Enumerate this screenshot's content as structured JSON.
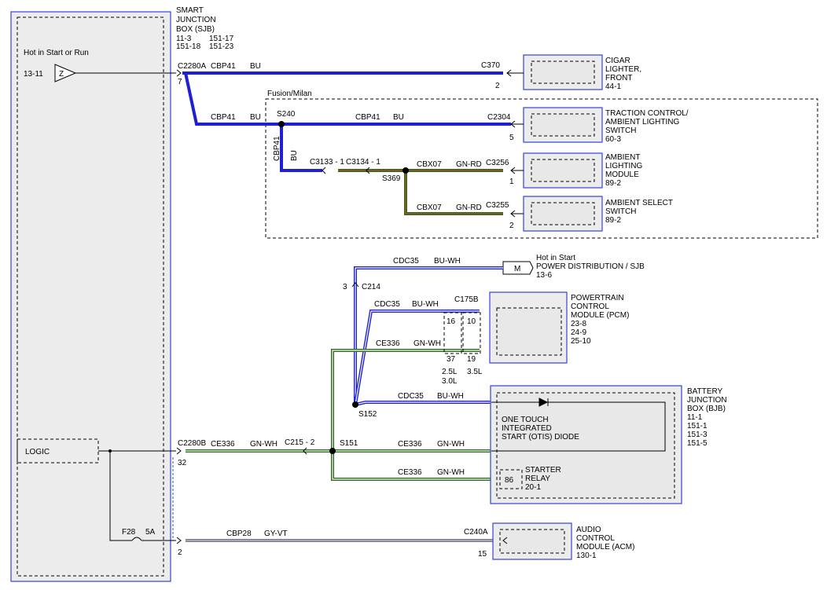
{
  "sjb": {
    "title_lines": [
      "SMART",
      "JUNCTION",
      "BOX (SJB)"
    ],
    "ref_lines": [
      "11-3",
      "151-18",
      "151-17",
      "151-23"
    ]
  },
  "hot_start_run": "Hot in Start or Run",
  "ref_13_11": "13-11",
  "z_label": "Z",
  "logic": "LOGIC",
  "c2280a": "C2280A",
  "pin7": "7",
  "c2280b": "C2280B",
  "pin32": "32",
  "pin2": "2",
  "wires": {
    "cbp41": "CBP41",
    "bu": "BU",
    "cbx07": "CBX07",
    "gnrd": "GN-RD",
    "cdc35": "CDC35",
    "buwh": "BU-WH",
    "ce336": "CE336",
    "gnwh": "GN-WH",
    "cbp28": "CBP28",
    "gyvt": "GY-VT"
  },
  "fusion": "Fusion/Milan",
  "s240": "S240",
  "s369": "S369",
  "s151": "S151",
  "s152": "S152",
  "c3133": "C3133 - 1",
  "c3134": "C3134 - 1",
  "c215": "C215 - 2",
  "c214": "C214",
  "pin3": "3",
  "f28": "F28",
  "amp": "5A",
  "cigar": {
    "conn": "C370",
    "pin": "2",
    "lines": [
      "CIGAR",
      "LIGHTER,",
      "FRONT",
      "44-1"
    ]
  },
  "traction": {
    "conn": "C2304",
    "pin": "5",
    "lines": [
      "TRACTION CONTROL/",
      "AMBIENT LIGHTING",
      "SWITCH",
      "60-3"
    ]
  },
  "ambient_mod": {
    "conn": "C3256",
    "pin": "1",
    "lines": [
      "AMBIENT",
      "LIGHTING",
      "MODULE",
      "89-2"
    ]
  },
  "ambient_sel": {
    "conn": "C3255",
    "pin": "2",
    "lines": [
      "AMBIENT SELECT",
      "SWITCH",
      "89-2"
    ]
  },
  "hot_start": {
    "m": "M",
    "lines": [
      "Hot in Start",
      "POWER DISTRIBUTION / SJB",
      "13-6"
    ]
  },
  "pcm": {
    "conn": "C175B",
    "lines": [
      "POWERTRAIN",
      "CONTROL",
      "MODULE (PCM)",
      "23-8",
      "24-9",
      "25-10"
    ],
    "p16": "16",
    "p10": "10",
    "p37": "37",
    "p19": "19",
    "eng25": "2.5L",
    "eng30": "3.0L",
    "eng35": "3.5L"
  },
  "bjb": {
    "lines": [
      "BATTERY",
      "JUNCTION",
      "BOX (BJB)",
      "11-1",
      "151-1",
      "151-3",
      "151-5"
    ]
  },
  "otis": [
    "ONE TOUCH",
    "INTEGRATED",
    "START (OTIS) DIODE"
  ],
  "starter": {
    "pin": "86",
    "lines": [
      "STARTER",
      "RELAY",
      "20-1"
    ]
  },
  "acm": {
    "conn": "C240A",
    "pin": "15",
    "lines": [
      "AUDIO",
      "CONTROL",
      "MODULE (ACM)",
      "130-1"
    ]
  },
  "colors": {
    "blue": "#1f1fd6",
    "green": "#2d6a1e",
    "red": "#b84a2a",
    "gray": "#7a7a86",
    "box": "#3344dd"
  }
}
